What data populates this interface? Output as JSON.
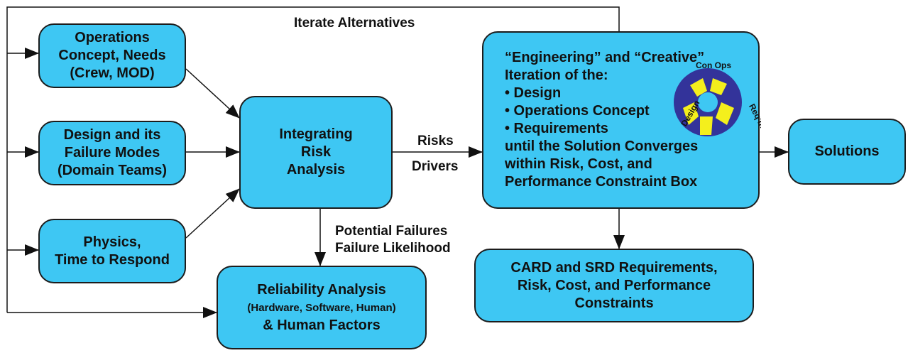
{
  "boxes": {
    "ops": {
      "lines": [
        "Operations",
        "Concept, Needs",
        "(Crew, MOD)"
      ]
    },
    "design": {
      "lines": [
        "Design and its",
        "Failure Modes",
        "(Domain Teams)"
      ]
    },
    "physics": {
      "lines": [
        "Physics,",
        "Time to Respond"
      ]
    },
    "ira": {
      "lines": [
        "Integrating",
        "Risk",
        "Analysis"
      ]
    },
    "rel": {
      "line1": "Reliability Analysis",
      "line2": "(Hardware, Software, Human)",
      "line3": "& Human Factors"
    },
    "eng": {
      "lines": [
        "“Engineering” and “Creative”",
        "Iteration of the:",
        "• Design",
        "• Operations Concept",
        "• Requirements",
        "until the Solution Converges",
        "within Risk, Cost, and",
        "Performance Constraint Box"
      ]
    },
    "card": {
      "lines": [
        "CARD and SRD Requirements,",
        "Risk, Cost, and Performance",
        "Constraints"
      ]
    },
    "sol": {
      "label": "Solutions"
    }
  },
  "labels": {
    "iterate": "Iterate Alternatives",
    "risks": "Risks",
    "drivers": "Drivers",
    "pot_fail": "Potential Failures",
    "fail_like": "Failure Likelihood"
  },
  "emblem": {
    "top": "Con Ops",
    "left": "Design",
    "right": "Req’mts"
  },
  "colors": {
    "box_fill": "#3ec7f3",
    "emblem_blue": "#33339a",
    "emblem_yellow": "#f4ef1c"
  }
}
